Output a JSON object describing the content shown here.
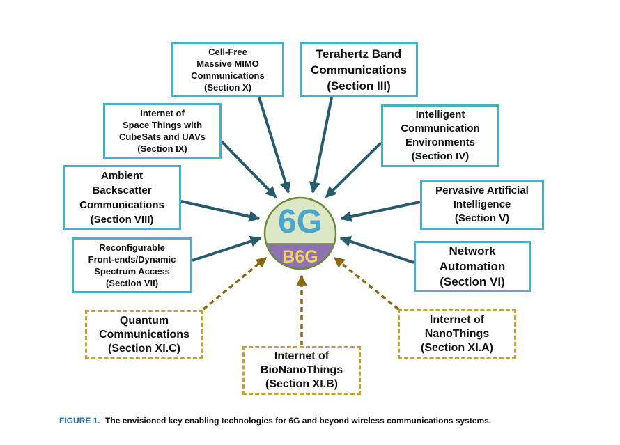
{
  "figure": {
    "center": {
      "upper_label": "6G",
      "lower_label": "B6G"
    },
    "technologies": {
      "cell_free": [
        "Cell-Free",
        "Massive MIMO",
        "Communications",
        "(Section X)"
      ],
      "terahertz": [
        "Terahertz Band",
        "Communications",
        "(Section III)"
      ],
      "iost": [
        "Internet of",
        "Space Things with",
        "CubeSats and UAVs",
        "(Section IX)"
      ],
      "intelligent_env": [
        "Intelligent",
        "Communication",
        "Environments",
        "(Section IV)"
      ],
      "ambient_backscatter": [
        "Ambient",
        "Backscatter",
        "Communications",
        "(Section VIII)"
      ],
      "pervasive_ai": [
        "Pervasive Artificial",
        "Intelligence",
        "(Section V)"
      ],
      "reconfigurable": [
        "Reconfigurable",
        "Front-ends/Dynamic",
        "Spectrum Access",
        "(Section VII)"
      ],
      "network_automation": [
        "Network",
        "Automation",
        "(Section VI)"
      ]
    },
    "beyond_6g": {
      "quantum": [
        "Quantum",
        "Communications",
        "(Section XI.C)"
      ],
      "bionanothings": [
        "Internet of",
        "BioNanoThings",
        "(Section XI.B)"
      ],
      "nanothings": [
        "Internet of",
        "NanoThings",
        "(Section XI.A)"
      ]
    }
  },
  "caption": {
    "label": "FIGURE 1.",
    "text": "The envisioned key enabling technologies for 6G and beyond wireless communications systems."
  },
  "colors": {
    "box_border": "#4ab0c6",
    "arrow": "#285b6c",
    "dash_border": "#c9a12a",
    "dash_arrow": "#8b6914",
    "circle_top": "#dbe7c5",
    "circle_bottom": "#8e72b2",
    "circle_stroke": "#6a8a3a",
    "label_6g": "#4aa6cc",
    "label_b6g": "#f1d25c",
    "caption_label": "#1d6fb8"
  }
}
